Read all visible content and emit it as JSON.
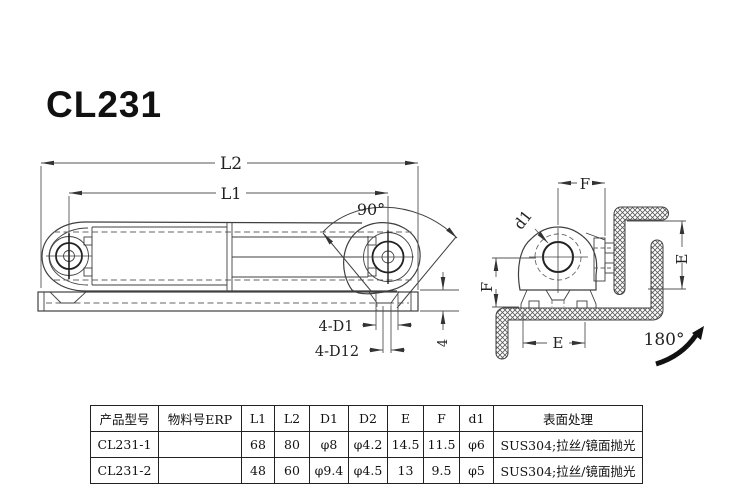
{
  "title": "CL231",
  "colors": {
    "line": "#3f3f3f",
    "bold_line": "#222222",
    "text": "#1a1a1a"
  },
  "main_view": {
    "dim_l2": "L2",
    "dim_l1": "L1",
    "angle_open": "90°",
    "dim_holes_outer": "4-D1",
    "dim_holes_inner": "4-D12",
    "dim_plate_thickness": "4"
  },
  "side_view": {
    "dim_f_top": "F",
    "dim_f_left": "F",
    "dim_e_bottom": "E",
    "dim_e_right": "E",
    "dim_pin": "d1",
    "angle_swing": "180°"
  },
  "table": {
    "headers": [
      "产品型号",
      "物料号ERP",
      "L1",
      "L2",
      "D1",
      "D2",
      "E",
      "F",
      "d1",
      "表面处理"
    ],
    "rows": [
      {
        "cells": [
          "CL231-1",
          "",
          "68",
          "80",
          "φ8",
          "φ4.2",
          "14.5",
          "11.5",
          "φ6",
          "SUS304;拉丝/镜面抛光"
        ]
      },
      {
        "cells": [
          "CL231-2",
          "",
          "48",
          "60",
          "φ9.4",
          "φ4.5",
          "13",
          "9.5",
          "φ5",
          "SUS304;拉丝/镜面抛光"
        ]
      }
    ]
  }
}
